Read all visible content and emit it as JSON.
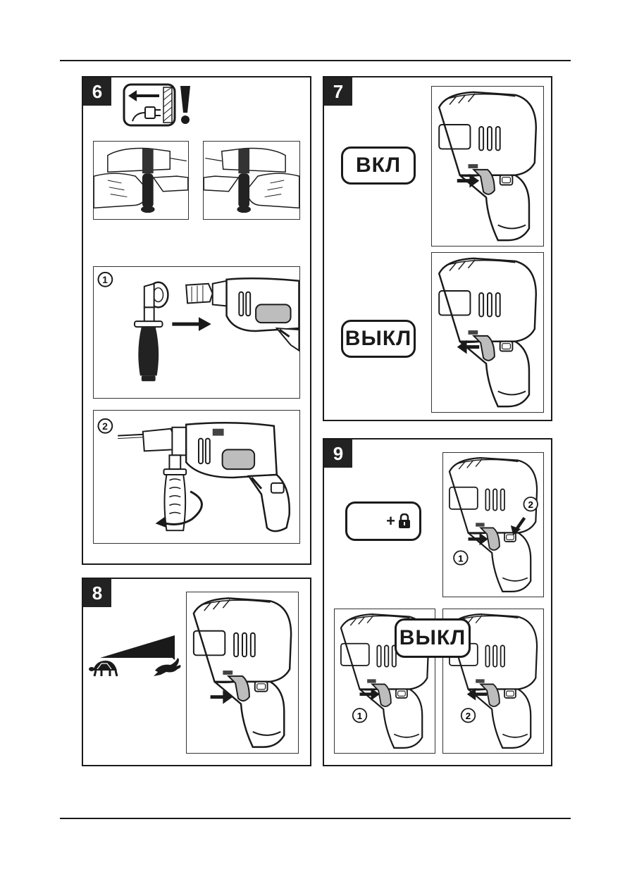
{
  "steps": {
    "s6": {
      "number": "6"
    },
    "s7": {
      "number": "7",
      "on_label": "ВКЛ",
      "off_label": "ВЫКЛ"
    },
    "s8": {
      "number": "8"
    },
    "s9": {
      "number": "9",
      "lock_label": "+",
      "off_label": "ВЫКЛ"
    }
  },
  "callouts": {
    "one": "1",
    "two": "2"
  },
  "icons": {
    "unplug": "unplug-warning-icon",
    "warning": "exclamation-icon",
    "lock": "padlock-icon",
    "slow": "turtle-icon",
    "fast": "hare-icon"
  },
  "colors": {
    "ink": "#1a1a1a",
    "panel_fill": "#222222",
    "drill_gray": "#bdbdbd"
  }
}
